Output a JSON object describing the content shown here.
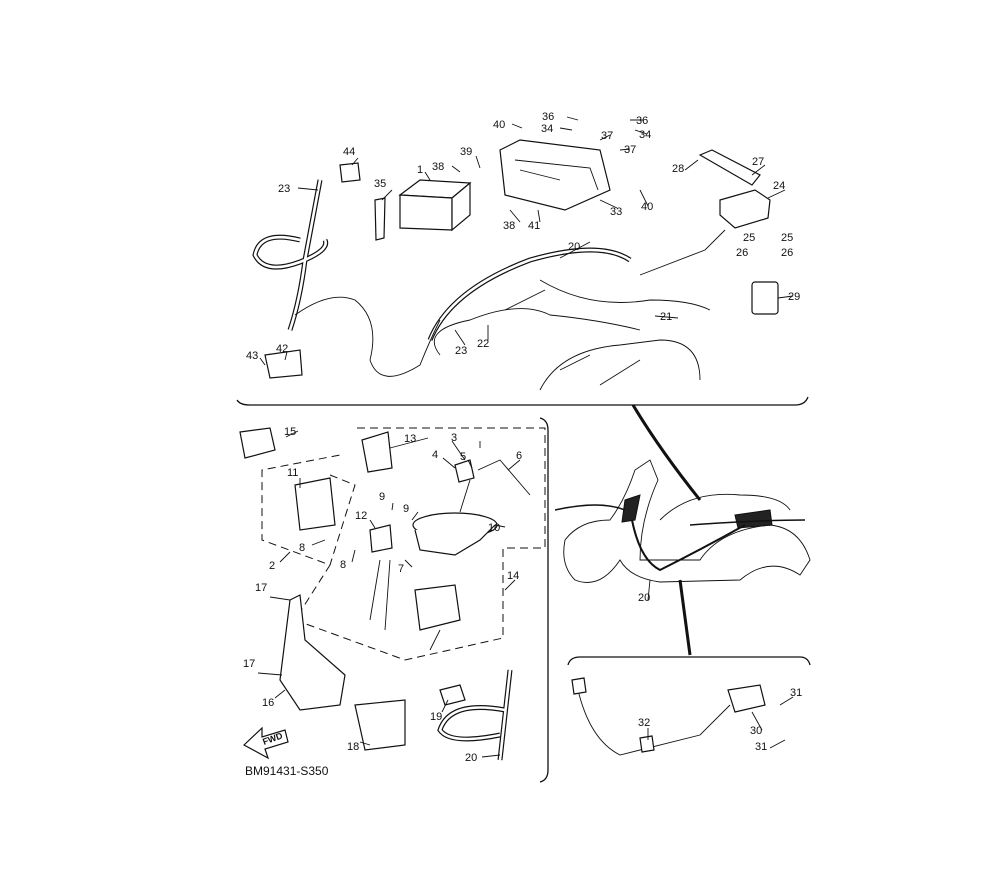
{
  "diagram": {
    "code": "BM91431-S350",
    "fwd_label": "FWD",
    "callouts": [
      "44",
      "23",
      "1",
      "35",
      "38",
      "39",
      "40",
      "36",
      "34",
      "37",
      "36",
      "34",
      "37",
      "33",
      "40",
      "38",
      "41",
      "20",
      "28",
      "27",
      "24",
      "25",
      "25",
      "26",
      "26",
      "29",
      "21",
      "22",
      "23",
      "42",
      "43",
      "15",
      "13",
      "3",
      "4",
      "5",
      "6",
      "11",
      "9",
      "9",
      "12",
      "10",
      "8",
      "8",
      "2",
      "7",
      "14",
      "17",
      "17",
      "16",
      "19",
      "18",
      "20",
      "20",
      "32",
      "31",
      "30",
      "31"
    ]
  }
}
